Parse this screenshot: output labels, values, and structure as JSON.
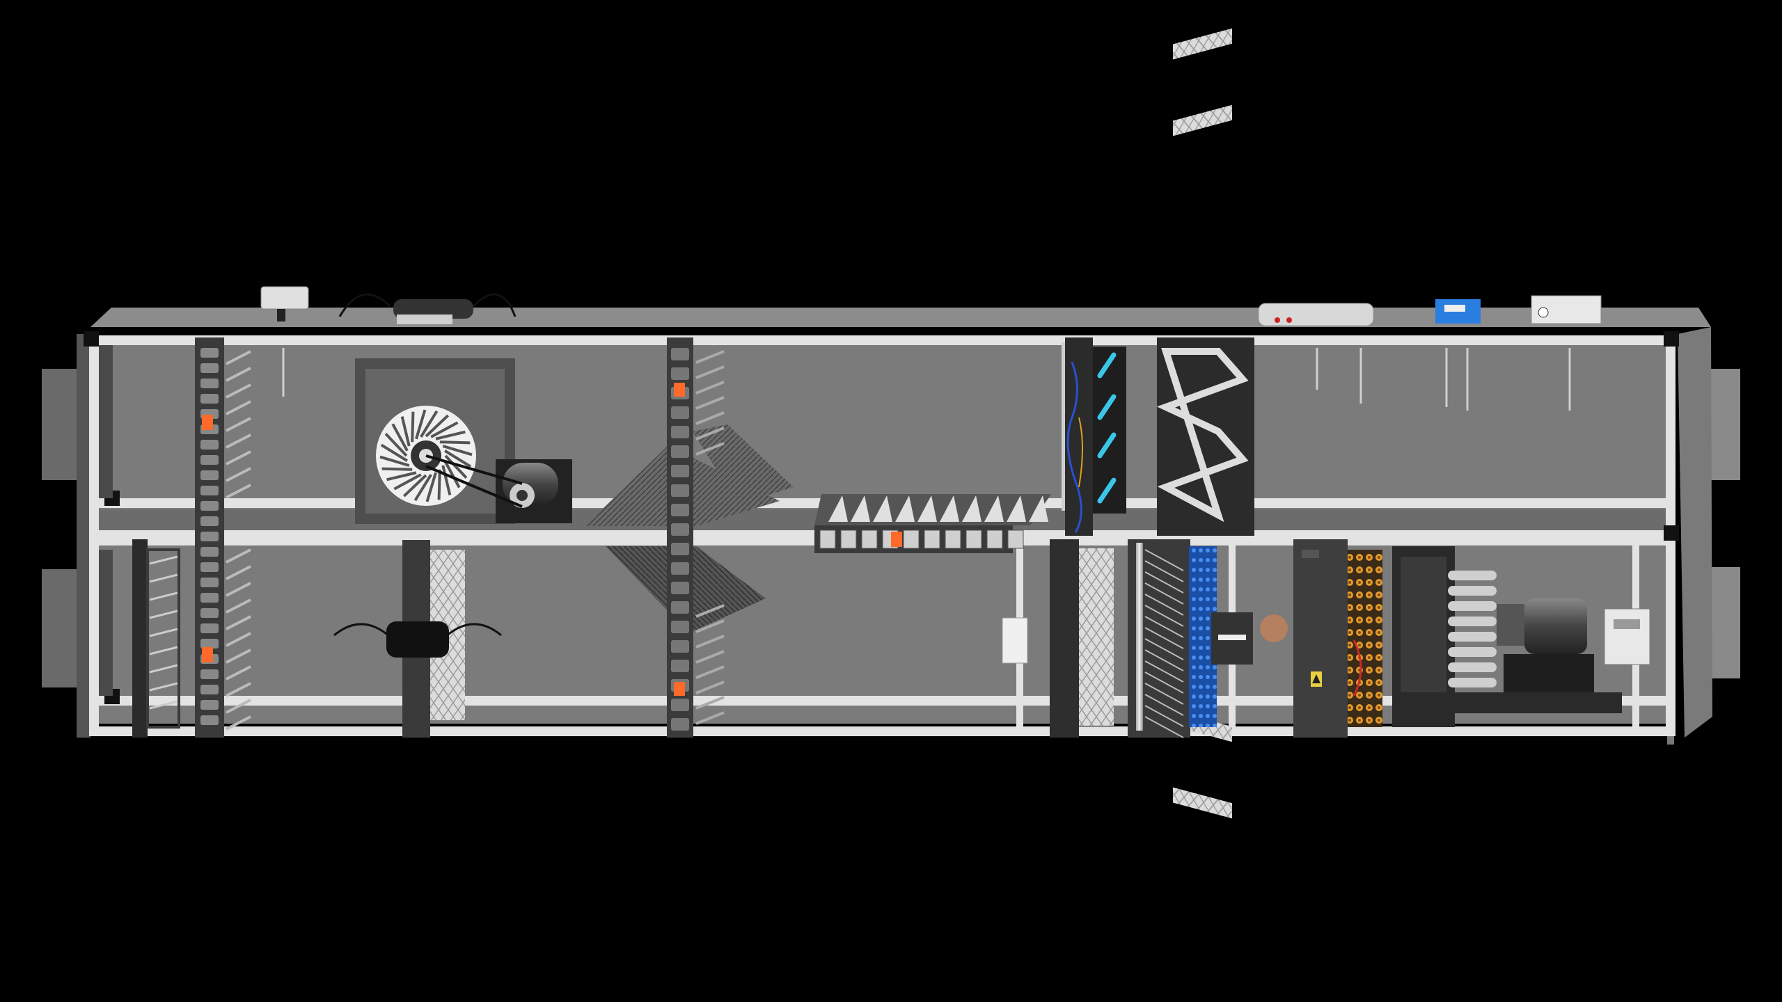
{
  "diagram": {
    "background": "#000000",
    "colors": {
      "casing": "#7d7d7d",
      "casing_dark": "#5b5b5b",
      "casing_top": "#8c8c8c",
      "frame": "#e3e3e3",
      "frame_shade": "#b8b8b8",
      "chamber": "#7b7b7b",
      "panel_dark": "#3a3a3a",
      "panel_black": "#1e1e1e",
      "accent_orange": "#ff6a2a",
      "uv_cyan": "#39c6e8",
      "coil_blue": "#1e63c8",
      "coil_orange": "#e59a2b",
      "sensor_blue": "#2a7ee0"
    },
    "sections": [
      {
        "id": "intake-plenum",
        "deck": "upper"
      },
      {
        "id": "mixing-damper",
        "deck": "both"
      },
      {
        "id": "return-fan",
        "deck": "upper"
      },
      {
        "id": "pre-filter",
        "deck": "lower"
      },
      {
        "id": "energy-recovery-exchanger",
        "deck": "both"
      },
      {
        "id": "exhaust-damper",
        "deck": "middle"
      },
      {
        "id": "uv-lamp",
        "deck": "upper"
      },
      {
        "id": "bag-filter",
        "deck": "upper"
      },
      {
        "id": "final-filter",
        "deck": "lower"
      },
      {
        "id": "heating-coil",
        "deck": "lower"
      },
      {
        "id": "humidifier",
        "deck": "lower"
      },
      {
        "id": "cooling-coil",
        "deck": "lower"
      },
      {
        "id": "supply-fan",
        "deck": "lower"
      },
      {
        "id": "control-sensors",
        "deck": "top"
      }
    ],
    "icons": [
      "junction-box-icon",
      "fan-motor-icon",
      "pressure-switch-icon",
      "blue-controller-icon",
      "gauge-box-icon",
      "temperature-probe-icon",
      "warning-label-icon"
    ]
  }
}
